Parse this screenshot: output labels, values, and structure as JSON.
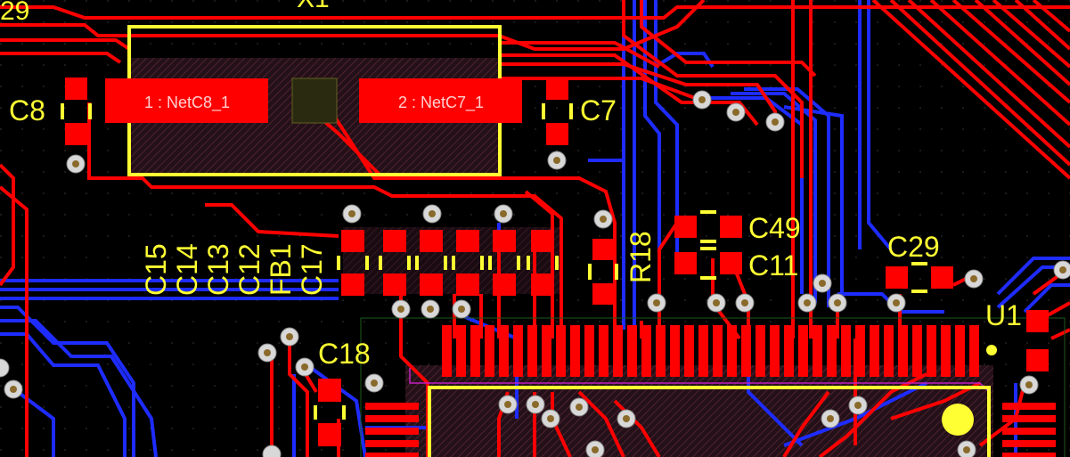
{
  "colors": {
    "background": "#000000",
    "top_copper": "#ff0000",
    "bottom_copper": "#1e2cff",
    "silkscreen": "#ffff33",
    "via_ring": "#d8d8d8",
    "pad_label": "#ffd0d0"
  },
  "designators": {
    "x1": "X1",
    "c29_partial": "29",
    "c8": "C8",
    "c7": "C7",
    "c15": "C15",
    "c14": "C14",
    "c13": "C13",
    "c12": "C12",
    "fb1": "FB1",
    "c17": "C17",
    "r18": "R18",
    "c49": "C49",
    "c11": "C11",
    "c29": "C29",
    "u1": "U1",
    "c18": "C18"
  },
  "pad_labels": {
    "x1_pad1": "1 : NetC8_1",
    "x1_pad2": "2 : NetC7_1"
  }
}
